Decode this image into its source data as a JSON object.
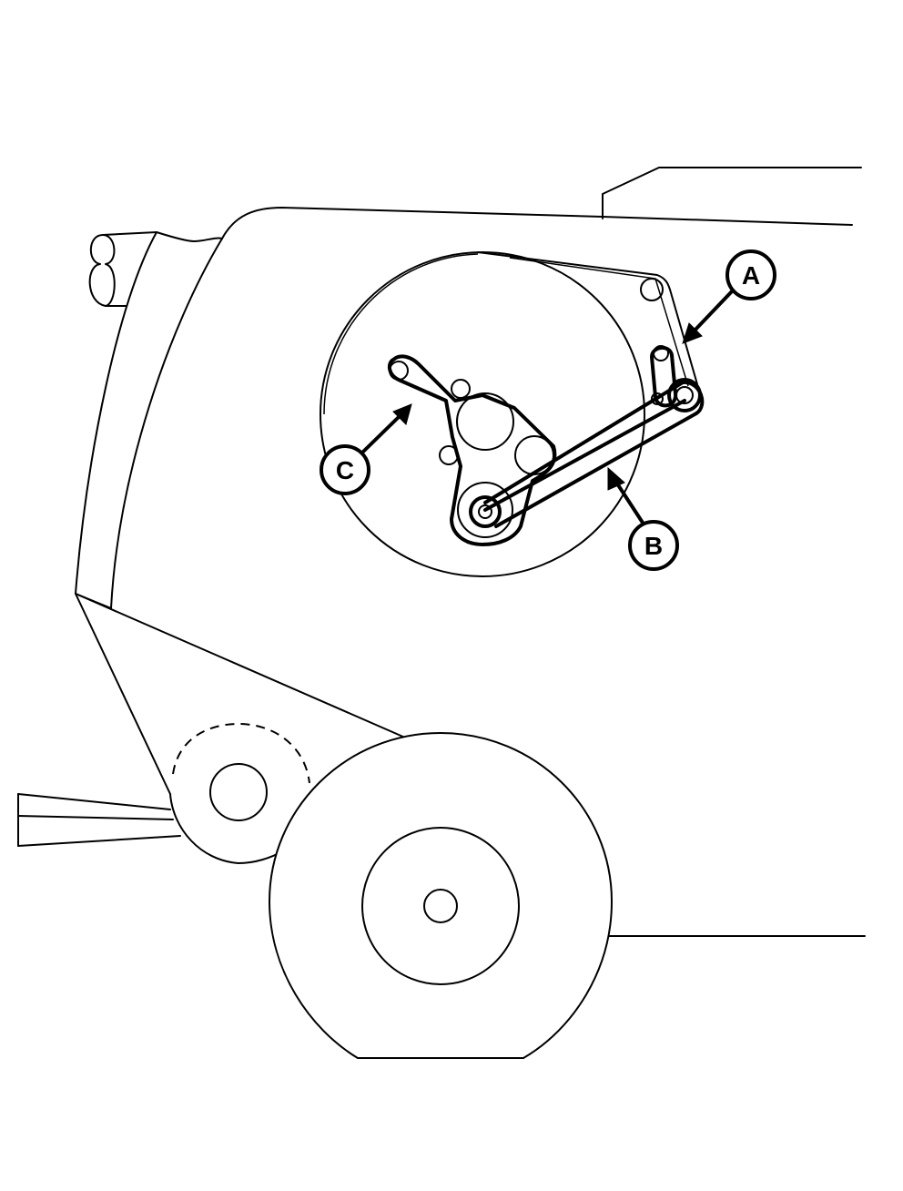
{
  "callouts": [
    {
      "id": "a",
      "label": "A"
    },
    {
      "id": "b",
      "label": "B"
    },
    {
      "id": "c",
      "label": "C"
    }
  ]
}
